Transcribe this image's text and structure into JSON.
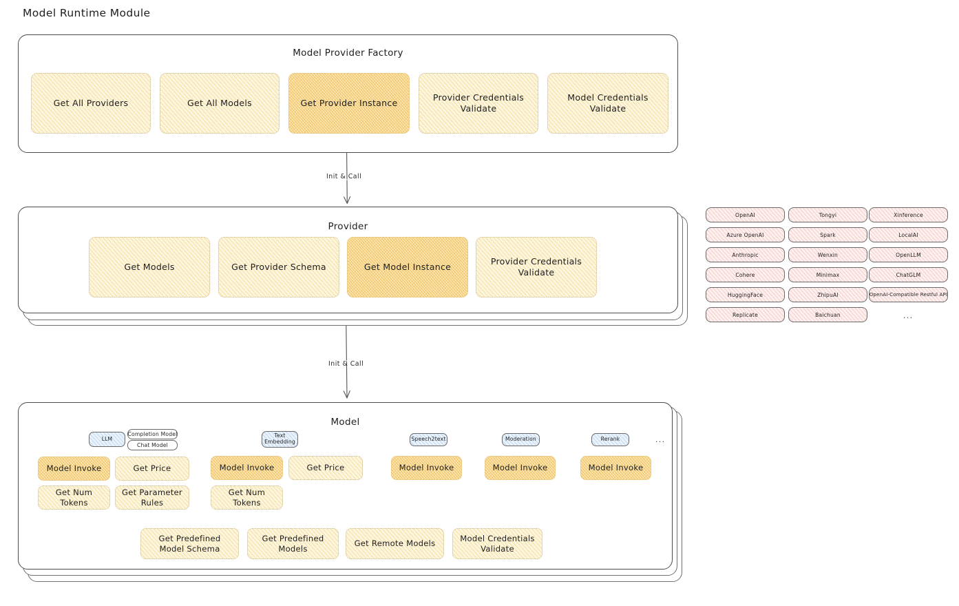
{
  "page": {
    "title": "Model Runtime Module"
  },
  "colors": {
    "box_fill": "#fdf6df",
    "box_hatch": "#f0c668",
    "box_highlight_fill": "#fbe7b8",
    "box_highlight_hatch": "#ecb43e",
    "chip_pink_fill": "#fdf0ef",
    "chip_pink_hatch": "#e28e88",
    "chip_blue_fill": "#eaf2fb",
    "chip_blue_hatch": "#82afe1",
    "stroke": "#4a4a4a",
    "text": "#1e1e1e",
    "background": "#ffffff"
  },
  "factory": {
    "title": "Model Provider Factory",
    "boxes": [
      {
        "label": "Get All Providers",
        "highlighted": false
      },
      {
        "label": "Get All Models",
        "highlighted": false
      },
      {
        "label": "Get Provider Instance",
        "highlighted": true
      },
      {
        "label": "Provider Credentials Validate",
        "highlighted": false
      },
      {
        "label": "Model Credentials Validate",
        "highlighted": false
      }
    ]
  },
  "arrows": [
    {
      "label": "Init & Call",
      "from": "Model Provider Factory",
      "to": "Provider"
    },
    {
      "label": "Init & Call",
      "from": "Provider",
      "to": "Model"
    }
  ],
  "provider": {
    "title": "Provider",
    "stack_layers": 2,
    "boxes": [
      {
        "label": "Get Models",
        "highlighted": false
      },
      {
        "label": "Get Provider Schema",
        "highlighted": false
      },
      {
        "label": "Get Model Instance",
        "highlighted": true
      },
      {
        "label": "Provider Credentials Validate",
        "highlighted": false
      }
    ]
  },
  "provider_list": {
    "columns": [
      {
        "items": [
          "OpenAI",
          "Azure OpenAI",
          "Anthropic",
          "Cohere",
          "HuggingFace",
          "Replicate"
        ]
      },
      {
        "items": [
          "Tongyi",
          "Spark",
          "Wenxin",
          "Minimax",
          "ZhipuAI",
          "Baichuan"
        ]
      },
      {
        "items": [
          "Xinference",
          "LocalAI",
          "OpenLLM",
          "ChatGLM",
          "OpenAI-Compatible Restful API"
        ]
      }
    ],
    "more_indicator": "..."
  },
  "model": {
    "title": "Model",
    "stack_layers": 2,
    "more_indicator": "...",
    "types": [
      {
        "name": "LLM",
        "kind": "blue-chip",
        "sub_chips": [
          "Completion Model",
          "Chat Model"
        ],
        "methods": [
          {
            "label": "Model Invoke",
            "highlighted": true
          },
          {
            "label": "Get Price",
            "highlighted": false
          },
          {
            "label": "Get Num Tokens",
            "highlighted": false
          },
          {
            "label": "Get Parameter Rules",
            "highlighted": false
          }
        ]
      },
      {
        "name": "Text Embedding",
        "kind": "blue-chip",
        "sub_chips": [],
        "methods": [
          {
            "label": "Model Invoke",
            "highlighted": true
          },
          {
            "label": "Get Price",
            "highlighted": false
          },
          {
            "label": "Get Num Tokens",
            "highlighted": false
          }
        ]
      },
      {
        "name": "Speech2text",
        "kind": "blue-chip",
        "sub_chips": [],
        "methods": [
          {
            "label": "Model Invoke",
            "highlighted": true
          }
        ]
      },
      {
        "name": "Moderation",
        "kind": "blue-chip",
        "sub_chips": [],
        "methods": [
          {
            "label": "Model Invoke",
            "highlighted": true
          }
        ]
      },
      {
        "name": "Rerank",
        "kind": "blue-chip",
        "sub_chips": [],
        "methods": [
          {
            "label": "Model Invoke",
            "highlighted": true
          }
        ]
      }
    ],
    "shared_methods": [
      {
        "label": "Get Predefined Model Schema",
        "highlighted": false
      },
      {
        "label": "Get Predefined Models",
        "highlighted": false
      },
      {
        "label": "Get Remote Models",
        "highlighted": false
      },
      {
        "label": "Model Credentials Validate",
        "highlighted": false
      }
    ]
  }
}
